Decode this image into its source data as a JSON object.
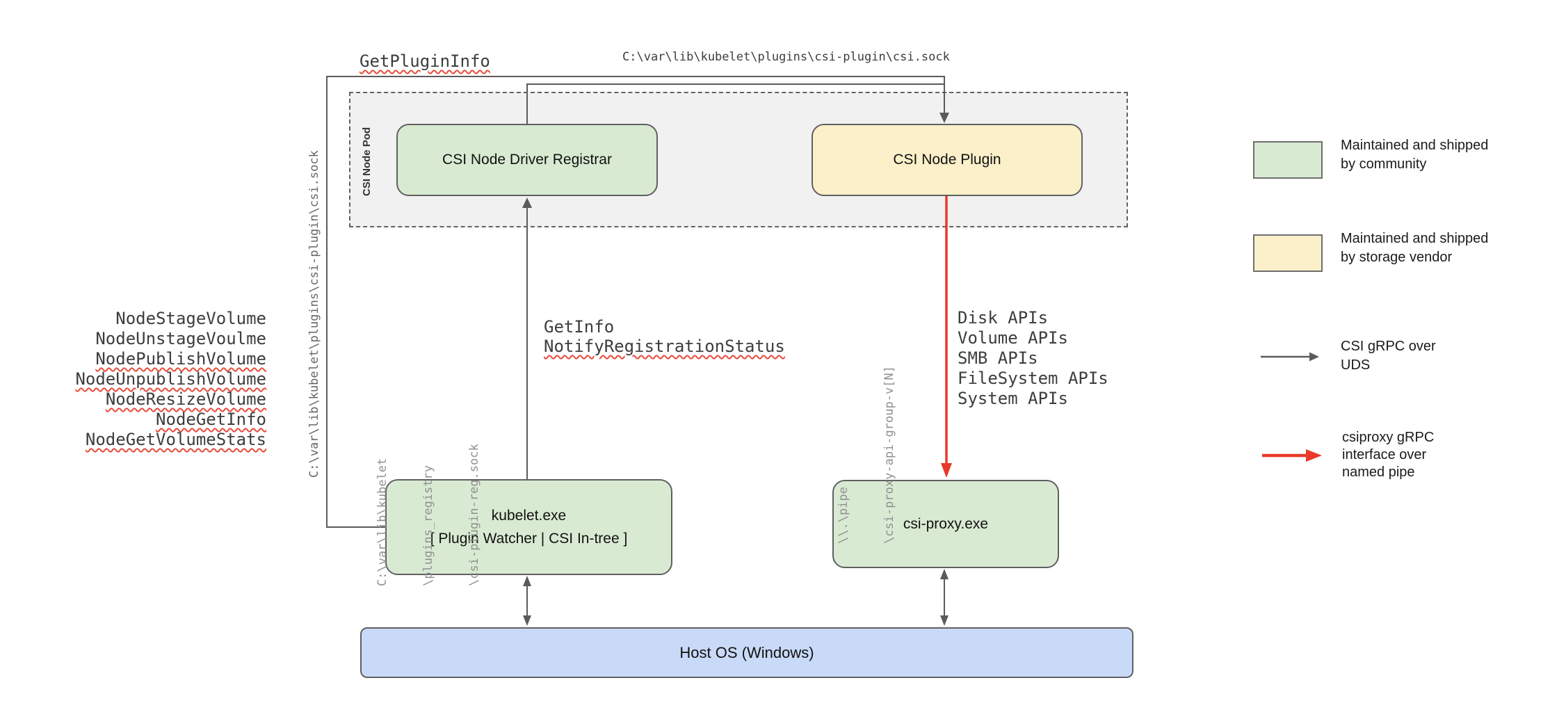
{
  "nodes": {
    "pod_label": "CSI Node Pod",
    "registrar": "CSI Node Driver Registrar",
    "plugin": "CSI Node Plugin",
    "kubelet_line1": "kubelet.exe",
    "kubelet_line2": "[ Plugin Watcher | CSI In-tree ]",
    "csi_proxy": "csi-proxy.exe",
    "host_os": "Host OS (Windows)"
  },
  "rpc": {
    "get_plugin_info": "GetPluginInfo",
    "get_info": "GetInfo",
    "notify_registration_status": "NotifyRegistrationStatus"
  },
  "paths": {
    "csi_sock_top": "C:\\var\\lib\\kubelet\\plugins\\csi-plugin\\csi.sock",
    "csi_sock_left": "C:\\var\\lib\\kubelet\\plugins\\csi-plugin\\csi.sock",
    "reg_sock": [
      "C:\\var\\lib\\kubelet",
      "\\plugins_registry",
      "\\csi-plugin-reg.sock"
    ],
    "named_pipe": [
      "\\\\.\\pipe",
      "\\csi-proxy-api-group-v[N]"
    ]
  },
  "node_calls": [
    "NodeStageVolume",
    "NodeUnstageVoulme",
    "NodePublishVolume",
    "NodeUnpublishVolume",
    "NodeResizeVolume",
    "NodeGetInfo",
    "NodeGetVolumeStats"
  ],
  "api_calls": [
    "Disk APIs",
    "Volume APIs",
    "SMB APIs",
    "FileSystem APIs",
    "System APIs"
  ],
  "legend": {
    "community": [
      "Maintained and shipped",
      "by community"
    ],
    "vendor": [
      "Maintained and shipped",
      "by storage vendor"
    ],
    "uds": [
      "CSI gRPC over",
      "UDS"
    ],
    "named_pipe": [
      "csiproxy gRPC",
      "interface over",
      "named pipe"
    ]
  },
  "colors": {
    "green": "#d9ead3",
    "yellow": "#fbf0c9",
    "blue": "#c9daf8",
    "pod_bg": "#f1f1f1",
    "line": "#5b5b5b",
    "red": "#e8392a",
    "squiggle": "#e74c3c",
    "mono_dark": "#3d3d3d"
  }
}
